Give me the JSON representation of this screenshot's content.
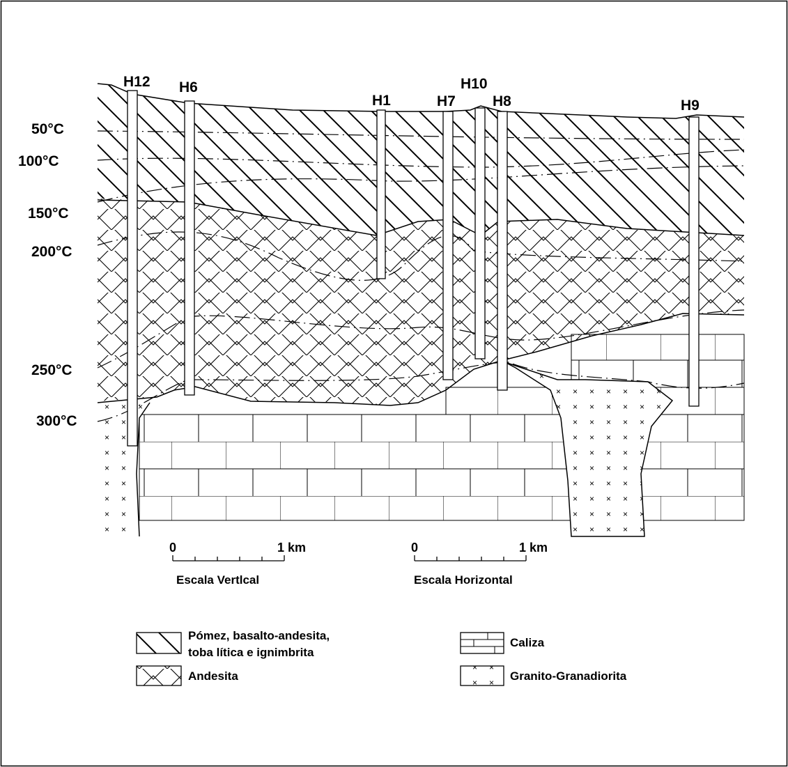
{
  "wells": {
    "h12": "H12",
    "h6": "H6",
    "h1": "H1",
    "h7": "H7",
    "h10": "H10",
    "h8": "H8",
    "h9": "H9"
  },
  "isotherms": {
    "t50": "50°C",
    "t100": "100°C",
    "t150": "150°C",
    "t200": "200°C",
    "t250": "250°C",
    "t300": "300°C"
  },
  "scales": {
    "vertical": {
      "start": "0",
      "end": "1 km",
      "caption": "Escala Vertlcal"
    },
    "horizontal": {
      "start": "0",
      "end": "1 km",
      "caption": "Escala Horizontal"
    }
  },
  "legend": {
    "pomez_line1": "Pómez, basalto-andesita,",
    "pomez_line2": "toba lítica e ignimbrita",
    "andesita": "Andesita",
    "caliza": "Caliza",
    "granito": "Granito-Granadiorita"
  },
  "colors": {
    "ink": "#000000",
    "paper": "#ffffff"
  }
}
